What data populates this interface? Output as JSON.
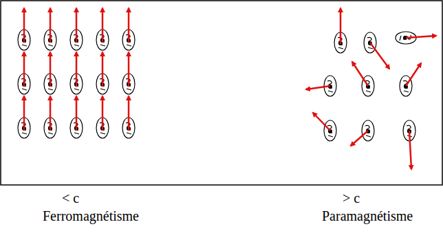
{
  "diagram": {
    "labels": [
      "< c",
      "> c",
      "Ferromagnétisme",
      "Paramagnétisme"
    ]
  }
}
